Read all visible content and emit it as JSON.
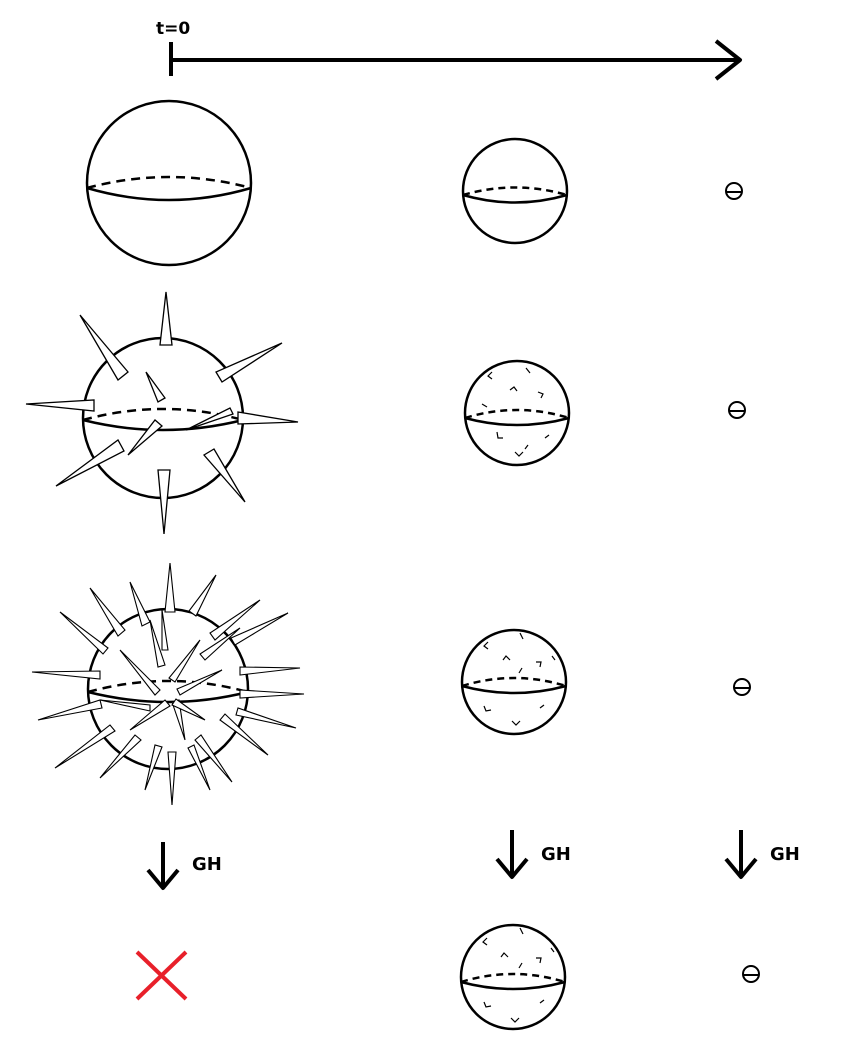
{
  "time_axis": {
    "start_label": "t=0"
  },
  "arrow_label": "GH",
  "colors": {
    "ink": "#000000",
    "cross": "#e8202a"
  },
  "columns": [
    {
      "id": "col-1",
      "rows": [
        "smooth",
        "few-spikes",
        "many-spikes"
      ],
      "gh_result": "cross"
    },
    {
      "id": "col-2",
      "rows": [
        "smooth",
        "wrinkled",
        "wrinkled"
      ],
      "gh_result": "wrinkled"
    },
    {
      "id": "col-3",
      "rows": [
        "tiny",
        "tiny",
        "tiny"
      ],
      "gh_result": "tiny"
    }
  ]
}
